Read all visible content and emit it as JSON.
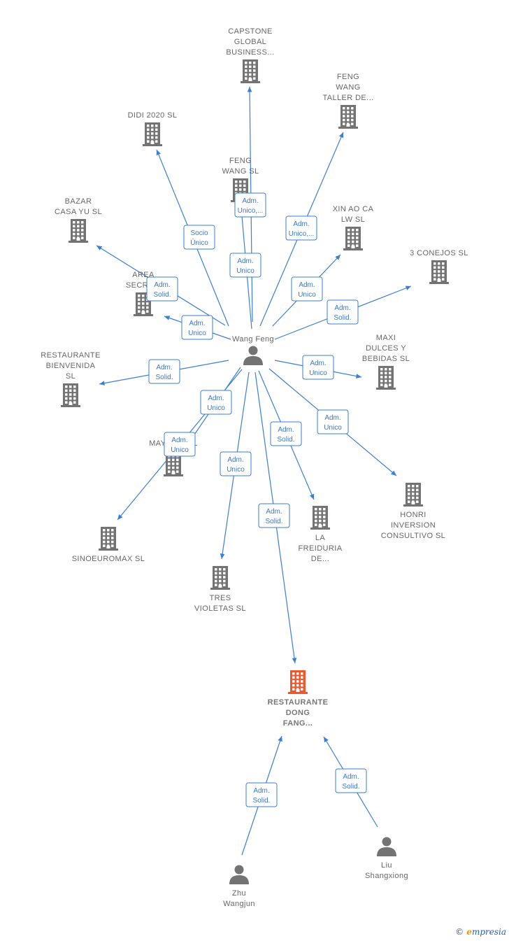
{
  "colors": {
    "edge": "#3a7fd5",
    "node": "#737373",
    "focus": "#f0572a",
    "label_border": "#3a7fd5",
    "label_text": "#3a78c9"
  },
  "nodes": [
    {
      "id": "capstone",
      "type": "company",
      "lines": [
        "CAPSTONE",
        "GLOBAL",
        "BUSINESS..."
      ]
    },
    {
      "id": "fengwangtaller",
      "type": "company",
      "lines": [
        "FENG",
        "WANG",
        "TALLER DE..."
      ]
    },
    {
      "id": "didi",
      "type": "company",
      "lines": [
        "DIDI 2020  SL"
      ]
    },
    {
      "id": "fengwangsl",
      "type": "company",
      "lines": [
        "FENG",
        "WANG SL"
      ]
    },
    {
      "id": "bazar",
      "type": "company",
      "lines": [
        "BAZAR",
        "CASA YU SL"
      ]
    },
    {
      "id": "xinao",
      "type": "company",
      "lines": [
        "XIN AO CA",
        "LW SL"
      ]
    },
    {
      "id": "3conejos",
      "type": "company",
      "lines": [
        "3 CONEJOS SL"
      ]
    },
    {
      "id": "area",
      "type": "company",
      "lines": [
        "AREA",
        "SECRE..."
      ]
    },
    {
      "id": "maxi",
      "type": "company",
      "lines": [
        "MAXI",
        "DULCES Y",
        "BEBIDAS  SL"
      ]
    },
    {
      "id": "bienvenida",
      "type": "company",
      "lines": [
        "RESTAURANTE",
        "BIENVENIDA",
        "SL"
      ]
    },
    {
      "id": "mayor",
      "type": "company",
      "lines": [
        "MAYOR...  SL"
      ]
    },
    {
      "id": "honri",
      "type": "company",
      "lines": [
        "HONRI",
        "INVERSION",
        "CONSULTIVO SL"
      ]
    },
    {
      "id": "freiduria",
      "type": "company",
      "lines": [
        "LA",
        "FREIDURIA",
        "DE..."
      ]
    },
    {
      "id": "sinoeuromax",
      "type": "company",
      "lines": [
        "SINOEUROMAX SL"
      ]
    },
    {
      "id": "tresvioletas",
      "type": "company",
      "lines": [
        "TRES",
        "VIOLETAS SL"
      ]
    },
    {
      "id": "dongfang",
      "type": "focus",
      "lines": [
        "RESTAURANTE",
        "DONG",
        "FANG..."
      ]
    },
    {
      "id": "wangfeng",
      "type": "person",
      "lines": [
        "Wang Feng"
      ]
    },
    {
      "id": "liu",
      "type": "person",
      "lines": [
        "Liu",
        "Shangxiong"
      ]
    },
    {
      "id": "zhu",
      "type": "person",
      "lines": [
        "Zhu",
        "Wangjun"
      ]
    }
  ],
  "edges": [
    {
      "from": "wangfeng",
      "to": "capstone",
      "label": [
        "Adm.",
        "Unico,..."
      ]
    },
    {
      "from": "wangfeng",
      "to": "fengwangtaller",
      "label": [
        "Adm.",
        "Unico,..."
      ]
    },
    {
      "from": "wangfeng",
      "to": "didi",
      "label": [
        "Socio",
        "Único"
      ]
    },
    {
      "from": "wangfeng",
      "to": "fengwangsl",
      "label": [
        "Adm.",
        "Unico"
      ]
    },
    {
      "from": "wangfeng",
      "to": "bazar",
      "label": [
        "Adm.",
        "Solid."
      ]
    },
    {
      "from": "wangfeng",
      "to": "xinao",
      "label": [
        "Adm.",
        "Unico"
      ]
    },
    {
      "from": "wangfeng",
      "to": "3conejos",
      "label": [
        "Adm.",
        "Solid."
      ]
    },
    {
      "from": "wangfeng",
      "to": "area",
      "label": [
        "Adm.",
        "Unico"
      ]
    },
    {
      "from": "wangfeng",
      "to": "maxi",
      "label": [
        "Adm.",
        "Unico"
      ]
    },
    {
      "from": "wangfeng",
      "to": "bienvenida",
      "label": [
        "Adm.",
        "Solid."
      ]
    },
    {
      "from": "wangfeng",
      "to": "mayor",
      "label": [
        "Adm.",
        "Unico"
      ]
    },
    {
      "from": "wangfeng",
      "to": "honri",
      "label": [
        "Adm.",
        "Unico"
      ]
    },
    {
      "from": "wangfeng",
      "to": "freiduria",
      "label": [
        "Adm.",
        "Solid."
      ]
    },
    {
      "from": "wangfeng",
      "to": "sinoeuromax",
      "label": [
        "Adm.",
        "Unico"
      ]
    },
    {
      "from": "wangfeng",
      "to": "tresvioletas",
      "label": [
        "Adm.",
        "Unico"
      ]
    },
    {
      "from": "wangfeng",
      "to": "dongfang",
      "label": [
        "Adm.",
        "Solid."
      ]
    },
    {
      "from": "liu",
      "to": "dongfang",
      "label": [
        "Adm.",
        "Solid."
      ]
    },
    {
      "from": "zhu",
      "to": "dongfang",
      "label": [
        "Adm.",
        "Solid."
      ]
    }
  ],
  "brand": {
    "copyright": "©",
    "e": "e",
    "rest": "mpresia"
  }
}
